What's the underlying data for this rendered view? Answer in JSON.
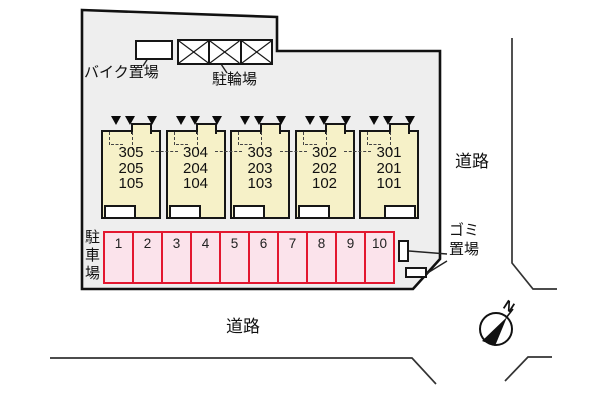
{
  "labels": {
    "bike_storage": "バイク置場",
    "bicycle_parking": "駐輪場",
    "carpark_vertical": "駐車場",
    "garbage_line1": "ゴミ",
    "garbage_line2": "置場",
    "road_right": "道路",
    "road_bottom": "道路",
    "north": "N"
  },
  "building": {
    "units": [
      {
        "rooms": [
          "305",
          "205",
          "105"
        ],
        "entrance_class": "entrance left"
      },
      {
        "rooms": [
          "304",
          "204",
          "104"
        ],
        "entrance_class": "entrance left"
      },
      {
        "rooms": [
          "303",
          "203",
          "103"
        ],
        "entrance_class": "entrance left"
      },
      {
        "rooms": [
          "302",
          "202",
          "102"
        ],
        "entrance_class": "entrance left"
      },
      {
        "rooms": [
          "301",
          "201",
          "101"
        ],
        "entrance_class": "entrance right"
      }
    ]
  },
  "parking": {
    "spaces": [
      "1",
      "2",
      "3",
      "4",
      "5",
      "6",
      "7",
      "8",
      "9",
      "10"
    ]
  },
  "colors": {
    "site_fill": "#EEEEEE",
    "outline": "#111111",
    "unit_fill": "#F6F1C8",
    "parking_fill": "#FBE3EB",
    "parking_border": "#E3172F",
    "road_line": "#333333"
  }
}
